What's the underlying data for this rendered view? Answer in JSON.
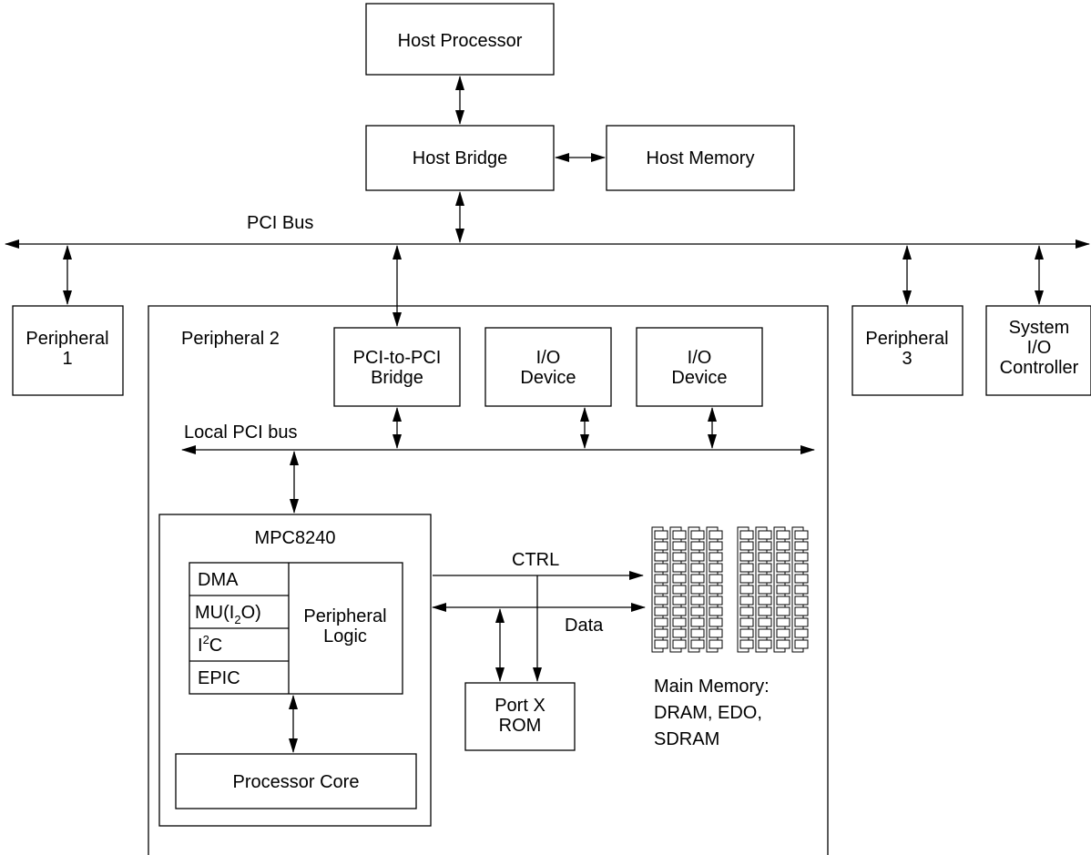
{
  "host_processor": "Host Processor",
  "host_bridge": "Host Bridge",
  "host_memory": "Host Memory",
  "pci_bus": "PCI Bus",
  "peripheral1": [
    "Peripheral",
    "1"
  ],
  "peripheral2": "Peripheral 2",
  "pci_to_pci_bridge": [
    "PCI-to-PCI",
    "Bridge"
  ],
  "io_device_1": [
    "I/O",
    "Device"
  ],
  "io_device_2": [
    "I/O",
    "Device"
  ],
  "peripheral3": [
    "Peripheral",
    "3"
  ],
  "system_io_controller": [
    "System",
    "I/O",
    "Controller"
  ],
  "local_pci_bus": "Local PCI bus",
  "mpc8240": "MPC8240",
  "dma": "DMA",
  "mu_prefix": "MU(I",
  "mu_sub": "2",
  "mu_suffix": "O)",
  "i2c_prefix": "I",
  "i2c_sup": "2",
  "i2c_suffix": "C",
  "epic": "EPIC",
  "peripheral_logic": [
    "Peripheral",
    "Logic"
  ],
  "processor_core": "Processor Core",
  "ctrl": "CTRL",
  "data": "Data",
  "port_x_rom": [
    "Port X",
    "ROM"
  ],
  "main_memory": [
    "Main Memory:",
    "DRAM, EDO,",
    "SDRAM"
  ]
}
